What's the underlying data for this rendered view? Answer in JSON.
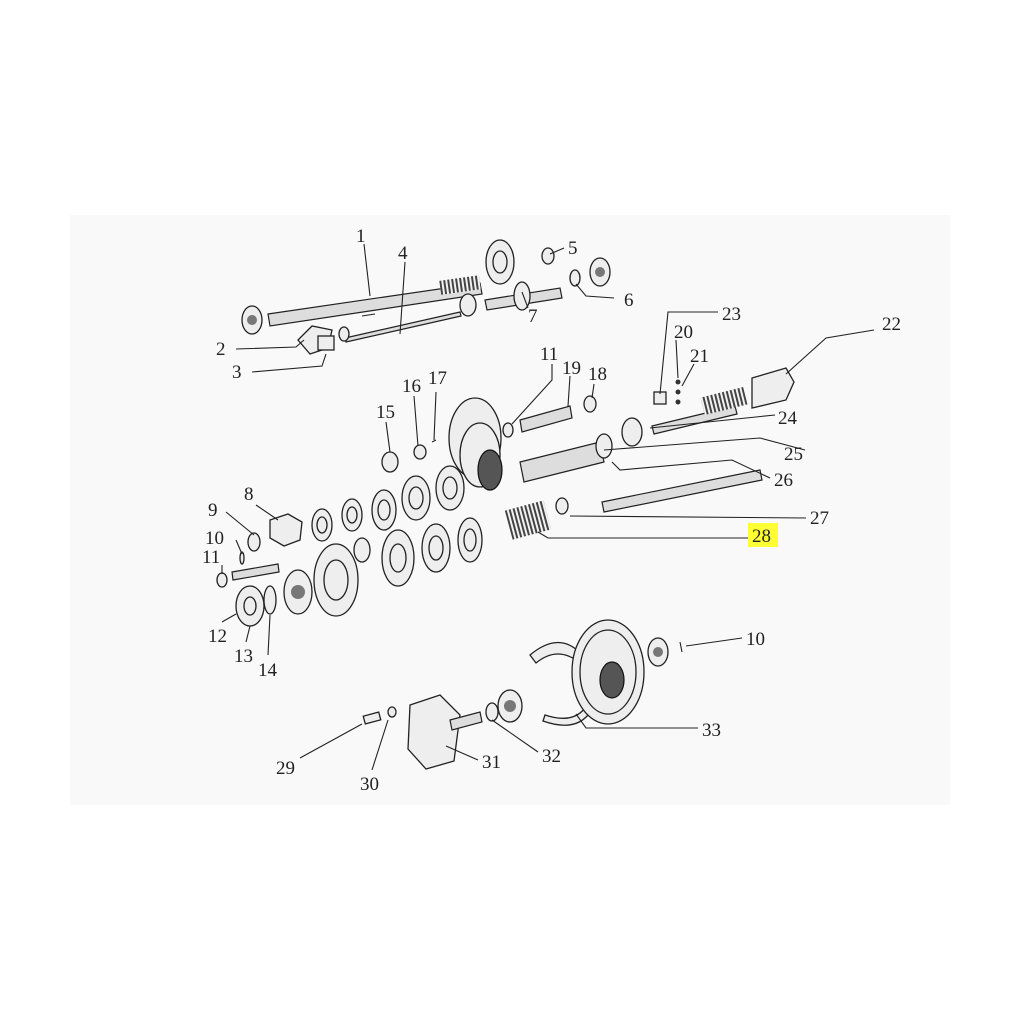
{
  "diagram": {
    "highlight_color": "#ffff33",
    "callouts": [
      {
        "id": "c1",
        "text": "1"
      },
      {
        "id": "c2",
        "text": "2"
      },
      {
        "id": "c3",
        "text": "3"
      },
      {
        "id": "c4",
        "text": "4"
      },
      {
        "id": "c5",
        "text": "5"
      },
      {
        "id": "c6",
        "text": "6"
      },
      {
        "id": "c7",
        "text": "7"
      },
      {
        "id": "c8",
        "text": "8"
      },
      {
        "id": "c9",
        "text": "9"
      },
      {
        "id": "c10a",
        "text": "10"
      },
      {
        "id": "c11a",
        "text": "11"
      },
      {
        "id": "c12",
        "text": "12"
      },
      {
        "id": "c13",
        "text": "13"
      },
      {
        "id": "c14",
        "text": "14"
      },
      {
        "id": "c15",
        "text": "15"
      },
      {
        "id": "c16",
        "text": "16"
      },
      {
        "id": "c17",
        "text": "17"
      },
      {
        "id": "c11b",
        "text": "11"
      },
      {
        "id": "c19",
        "text": "19"
      },
      {
        "id": "c18",
        "text": "18"
      },
      {
        "id": "c20",
        "text": "20"
      },
      {
        "id": "c21",
        "text": "21"
      },
      {
        "id": "c23",
        "text": "23"
      },
      {
        "id": "c22",
        "text": "22"
      },
      {
        "id": "c24",
        "text": "24"
      },
      {
        "id": "c25",
        "text": "25"
      },
      {
        "id": "c26",
        "text": "26"
      },
      {
        "id": "c27",
        "text": "27"
      },
      {
        "id": "c28",
        "text": "28",
        "highlighted": true
      },
      {
        "id": "c10b",
        "text": "10"
      },
      {
        "id": "c33",
        "text": "33"
      },
      {
        "id": "c29",
        "text": "29"
      },
      {
        "id": "c30",
        "text": "30"
      },
      {
        "id": "c31",
        "text": "31"
      },
      {
        "id": "c32",
        "text": "32"
      }
    ]
  }
}
